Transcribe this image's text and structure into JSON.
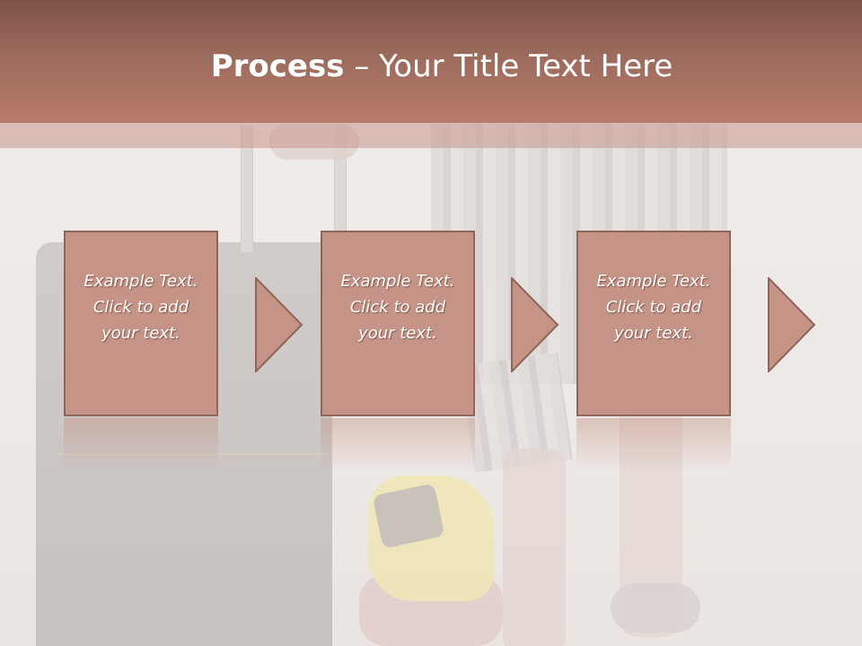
{
  "slide": {
    "title_bold": "Process",
    "title_rest": " – Your Title Text Here",
    "steps": [
      {
        "text": "Example Text.\nClick  to add\nyour text."
      },
      {
        "text": "Example Text.\nClick  to add\nyour text."
      },
      {
        "text": "Example Text.\nClick  to add\nyour text."
      }
    ]
  },
  "colors": {
    "header_top": "#7d5347",
    "header_bottom": "#b97a69",
    "box_fill": "#c59486",
    "box_border": "#8f6459",
    "text": "#ffffff"
  }
}
